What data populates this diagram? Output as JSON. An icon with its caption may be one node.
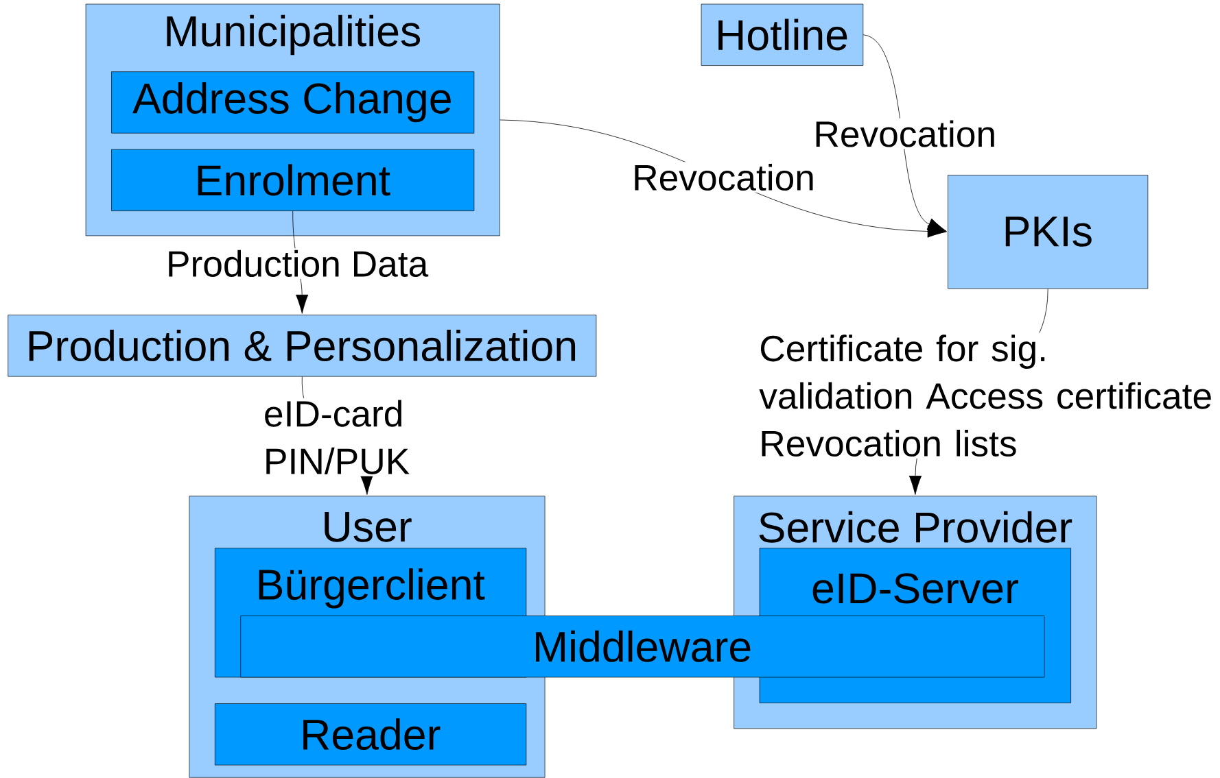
{
  "diagram": {
    "nodes": [
      {
        "text": [
          "Municipalities"
        ]
      },
      {
        "text": [
          "Address Change"
        ],
        "in": 0
      },
      {
        "text": [
          "Enrolment"
        ],
        "in": 0
      },
      {
        "text": [
          "Hotline"
        ]
      },
      {
        "text": [
          "PKIs"
        ]
      },
      {
        "text": [
          "Production & Personalization"
        ]
      },
      {
        "text": [
          "User"
        ]
      },
      {
        "text": [
          "Bürgerclient"
        ],
        "in": 6
      },
      {
        "text": [
          "Reader"
        ],
        "in": 6
      },
      {
        "text": [
          "Service Provider"
        ]
      },
      {
        "text": [
          "eID-Server"
        ],
        "in": 9
      },
      {
        "text": [
          "Middleware"
        ]
      }
    ],
    "edges": [
      {
        "from": 0,
        "to": 4,
        "arrow": "to",
        "label": "Revocation"
      },
      {
        "from": 3,
        "to": 4,
        "arrow": "to",
        "label": "Revocation"
      },
      {
        "from": 2,
        "to": 5,
        "arrow": "to",
        "label": "Production Data"
      },
      {
        "from": 5,
        "to": 6,
        "arrow": "to",
        "label": "eID-card PIN/PUK"
      },
      {
        "from": 4,
        "to": 9,
        "arrow": "to",
        "label": "Certificate for sig. validation Access certificate Revocation lists"
      }
    ]
  }
}
